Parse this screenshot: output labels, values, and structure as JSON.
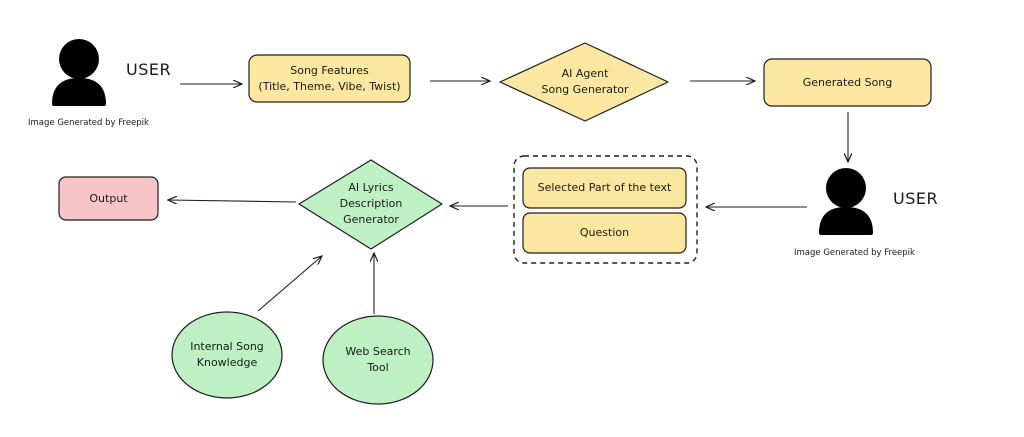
{
  "user1": {
    "label": "USER",
    "caption": "Image Generated by Freepik"
  },
  "user2": {
    "label": "USER",
    "caption": "Image Generated by Freepik"
  },
  "nodes": {
    "song_features": "Song Features\n(Title, Theme, Vibe, Twist)",
    "ai_agent": "AI Agent\nSong Generator",
    "generated_song": "Generated Song",
    "selected_part": "Selected Part of the text",
    "question": "Question",
    "ai_lyrics": "AI Lyrics\nDescription\nGenerator",
    "output": "Output",
    "internal_knowledge": "Internal Song\nKnowledge",
    "web_search": "Web Search\nTool"
  },
  "colors": {
    "yellow": "#fbe7a0",
    "green": "#bdf0c3",
    "pink": "#f8c5c6",
    "stroke": "#1e1e1e"
  }
}
